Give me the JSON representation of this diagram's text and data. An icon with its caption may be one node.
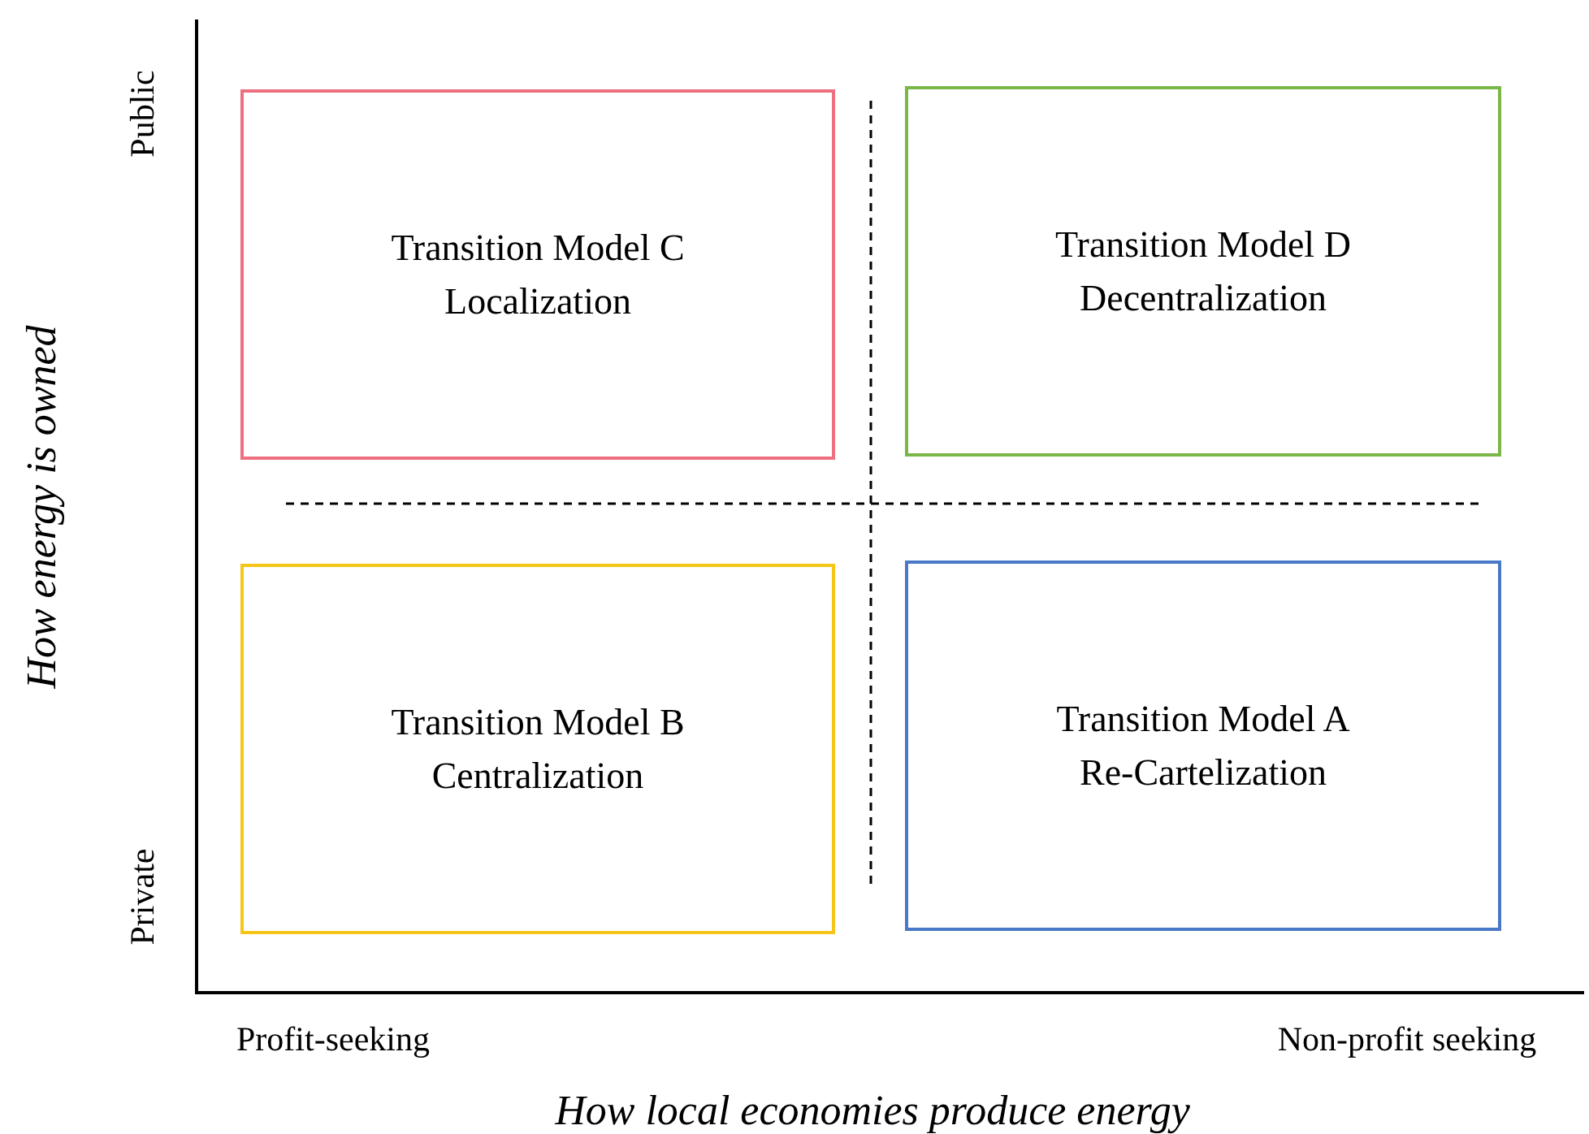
{
  "diagram": {
    "nodes": [
      {
        "text": [
          "Transition Model C",
          "Localization"
        ]
      },
      {
        "text": [
          "Transition Model D",
          "Decentralization"
        ]
      },
      {
        "text": [
          "Transition Model B",
          "Centralization"
        ]
      },
      {
        "text": [
          "Transition Model A",
          "Re-Cartelization"
        ]
      }
    ],
    "labels": [
      "Public",
      "How energy is owned",
      "Private",
      "Profit-seeking",
      "Non-profit seeking",
      "How local economies produce energy"
    ]
  }
}
